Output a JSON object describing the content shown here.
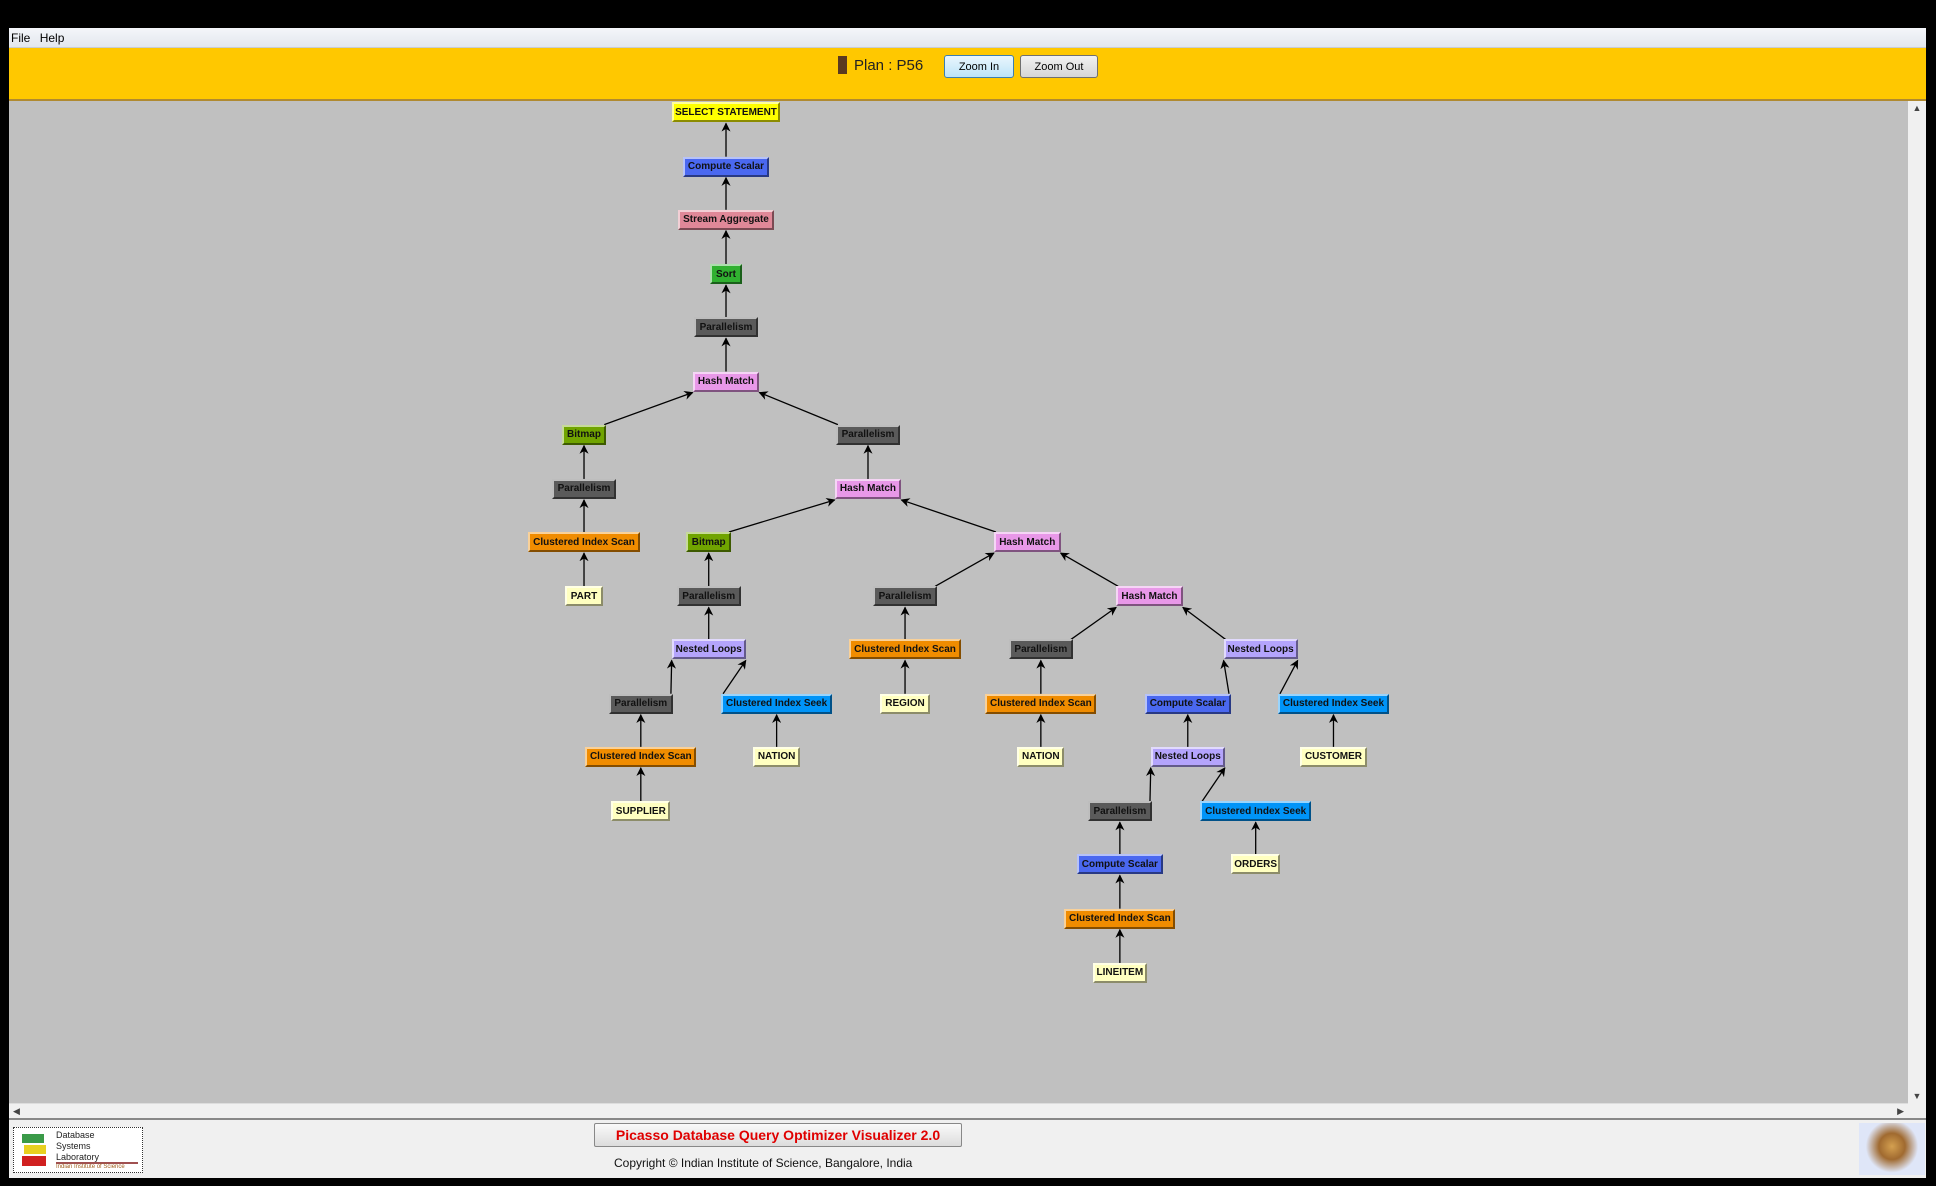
{
  "menu": {
    "items": [
      "File",
      "Help"
    ]
  },
  "toolbar": {
    "plan_label": "Plan : P56",
    "plan_color": "#5a3a20",
    "zoom_in": "Zoom In",
    "zoom_out": "Zoom Out"
  },
  "footer": {
    "app_title": "Picasso Database Query Optimizer Visualizer 2.0",
    "copyright": "Copyright © Indian Institute of Science, Bangalore, India",
    "logo_text": "Database Systems Laboratory",
    "logo_subtext": "Indian Institute of Science"
  },
  "node_colors": {
    "select": "#ffff00",
    "compute": "#4a68f0",
    "aggregate": "#e08898",
    "sort": "#30b030",
    "parallel": "#5a5a5a",
    "hash": "#e898e8",
    "bitmap": "#70a400",
    "scan": "#f08c00",
    "table": "#ffffc0",
    "loops": "#b4a4fc",
    "seek": "#0094f8"
  },
  "plan_tree": [
    {
      "label": "SELECT STATEMENT",
      "type": "select",
      "parent": null
    },
    {
      "label": "Compute Scalar",
      "type": "compute",
      "parent": 0
    },
    {
      "label": "Stream Aggregate",
      "type": "aggregate",
      "parent": 1
    },
    {
      "label": "Sort",
      "type": "sort",
      "parent": 2
    },
    {
      "label": "Parallelism",
      "type": "parallel",
      "parent": 3
    },
    {
      "label": "Hash Match",
      "type": "hash",
      "parent": 4
    },
    {
      "label": "Bitmap",
      "type": "bitmap",
      "parent": 5
    },
    {
      "label": "Parallelism",
      "type": "parallel",
      "parent": 5
    },
    {
      "label": "Parallelism",
      "type": "parallel",
      "parent": 6
    },
    {
      "label": "Hash Match",
      "type": "hash",
      "parent": 7
    },
    {
      "label": "Clustered Index Scan",
      "type": "scan",
      "parent": 8
    },
    {
      "label": "Bitmap",
      "type": "bitmap",
      "parent": 9
    },
    {
      "label": "Hash Match",
      "type": "hash",
      "parent": 9
    },
    {
      "label": "PART",
      "type": "table",
      "parent": 10
    },
    {
      "label": "Parallelism",
      "type": "parallel",
      "parent": 11
    },
    {
      "label": "Parallelism",
      "type": "parallel",
      "parent": 12
    },
    {
      "label": "Hash Match",
      "type": "hash",
      "parent": 12
    },
    {
      "label": "Nested Loops",
      "type": "loops",
      "parent": 14
    },
    {
      "label": "Clustered Index Scan",
      "type": "scan",
      "parent": 15
    },
    {
      "label": "Parallelism",
      "type": "parallel",
      "parent": 16
    },
    {
      "label": "Nested Loops",
      "type": "loops",
      "parent": 16
    },
    {
      "label": "Parallelism",
      "type": "parallel",
      "parent": 17
    },
    {
      "label": "Clustered Index Seek",
      "type": "seek",
      "parent": 17
    },
    {
      "label": "REGION",
      "type": "table",
      "parent": 18
    },
    {
      "label": "Clustered Index Scan",
      "type": "scan",
      "parent": 19
    },
    {
      "label": "Compute Scalar",
      "type": "compute",
      "parent": 20
    },
    {
      "label": "Clustered Index Seek",
      "type": "seek",
      "parent": 20
    },
    {
      "label": "Clustered Index Scan",
      "type": "scan",
      "parent": 21
    },
    {
      "label": "NATION",
      "type": "table",
      "parent": 22
    },
    {
      "label": "NATION",
      "type": "table",
      "parent": 24
    },
    {
      "label": "Nested Loops",
      "type": "loops",
      "parent": 25
    },
    {
      "label": "CUSTOMER",
      "type": "table",
      "parent": 26
    },
    {
      "label": "SUPPLIER",
      "type": "table",
      "parent": 27
    },
    {
      "label": "Parallelism",
      "type": "parallel",
      "parent": 30
    },
    {
      "label": "Clustered Index Seek",
      "type": "seek",
      "parent": 30
    },
    {
      "label": "Compute Scalar",
      "type": "compute",
      "parent": 33
    },
    {
      "label": "ORDERS",
      "type": "table",
      "parent": 34
    },
    {
      "label": "Clustered Index Scan",
      "type": "scan",
      "parent": 35
    },
    {
      "label": "LINEITEM",
      "type": "table",
      "parent": 37
    }
  ]
}
